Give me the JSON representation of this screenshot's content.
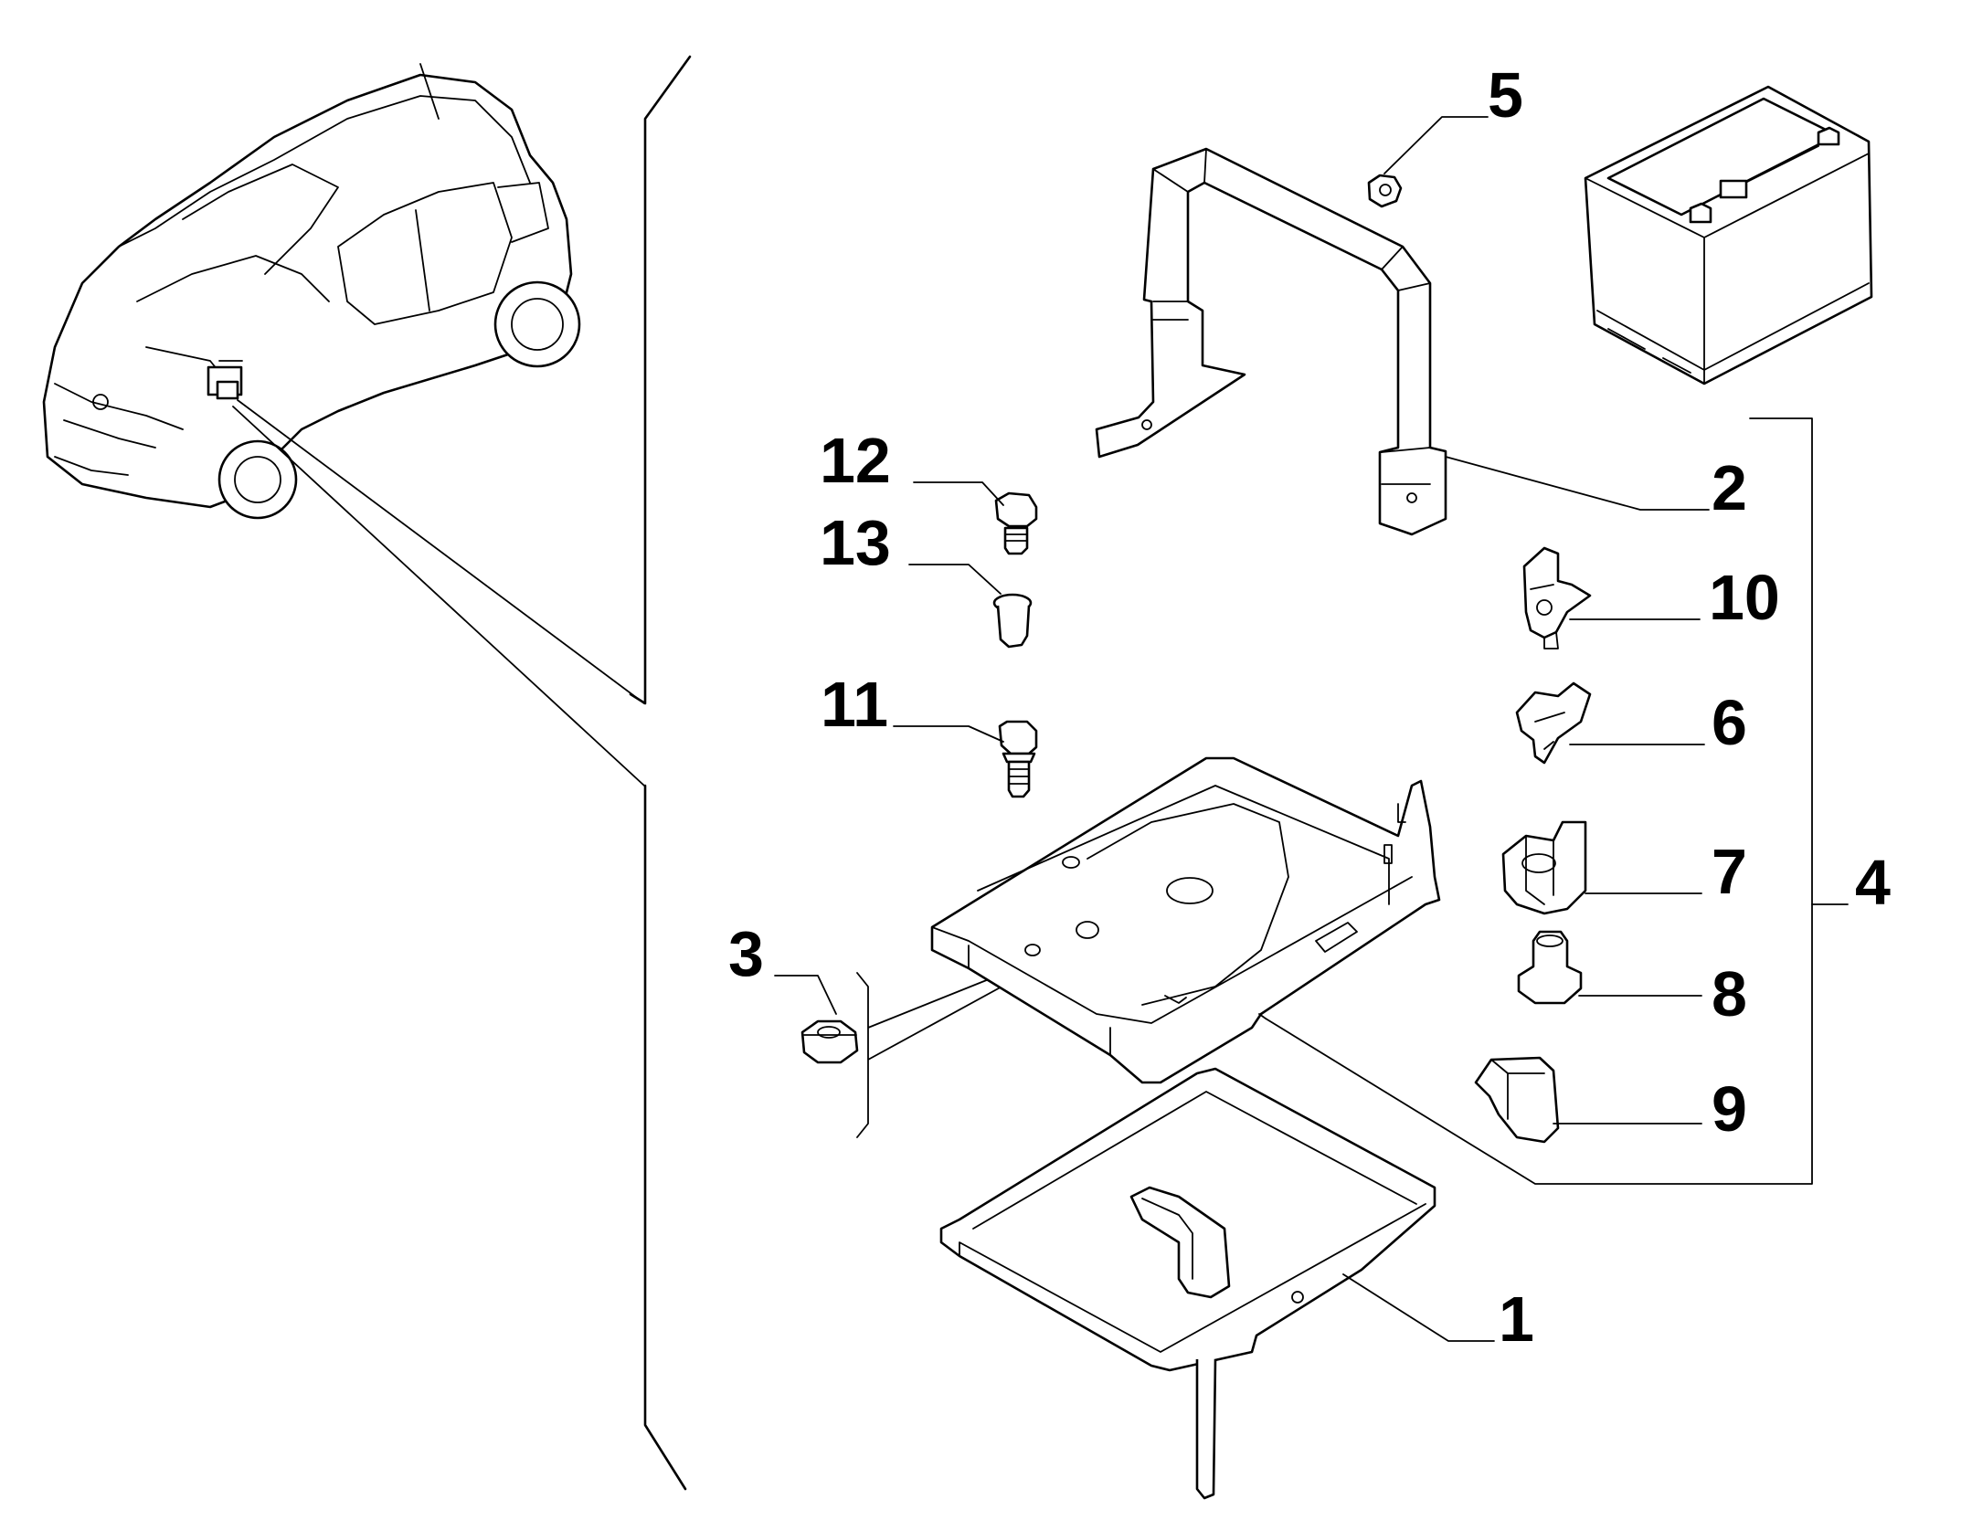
{
  "callouts": {
    "c1": "1",
    "c2": "2",
    "c3": "3",
    "c4": "4",
    "c5": "5",
    "c6": "6",
    "c7": "7",
    "c8": "8",
    "c9": "9",
    "c10": "10",
    "c11": "11",
    "c12": "12",
    "c13": "13"
  },
  "icons": {
    "vehicle": "car-locator-icon",
    "battery": "battery-icon"
  }
}
